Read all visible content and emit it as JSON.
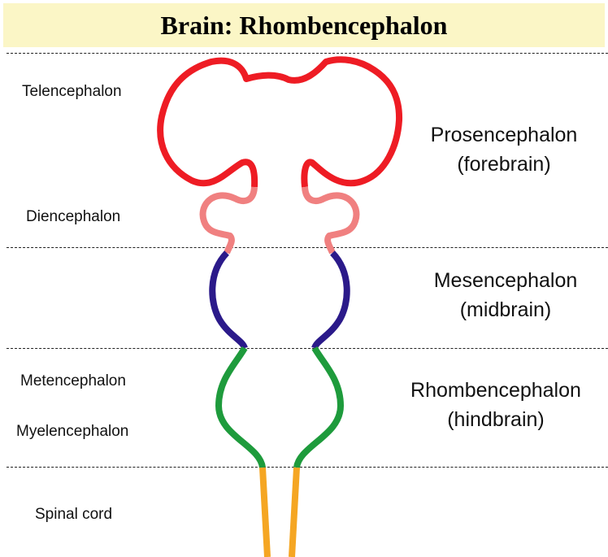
{
  "title": "Brain: Rhombencephalon",
  "left_labels": {
    "telencephalon": "Telencephalon",
    "diencephalon": "Diencephalon",
    "metencephalon": "Metencephalon",
    "myelencephalon": "Myelencephalon",
    "spinal_cord": "Spinal cord"
  },
  "regions": {
    "prosencephalon": {
      "name": "Prosencephalon",
      "common": "(forebrain)"
    },
    "mesencephalon": {
      "name": "Mesencephalon",
      "common": "(midbrain)"
    },
    "rhombencephalon": {
      "name": "Rhombencephalon",
      "common": "(hindbrain)"
    }
  },
  "colors": {
    "telencephalon": "#ee1c24",
    "diencephalon": "#f08080",
    "mesencephalon": "#2b1a8a",
    "rhombencephalon": "#1e9b3c",
    "spinal_cord": "#f5a623",
    "title_background": "#fbf6c6"
  }
}
